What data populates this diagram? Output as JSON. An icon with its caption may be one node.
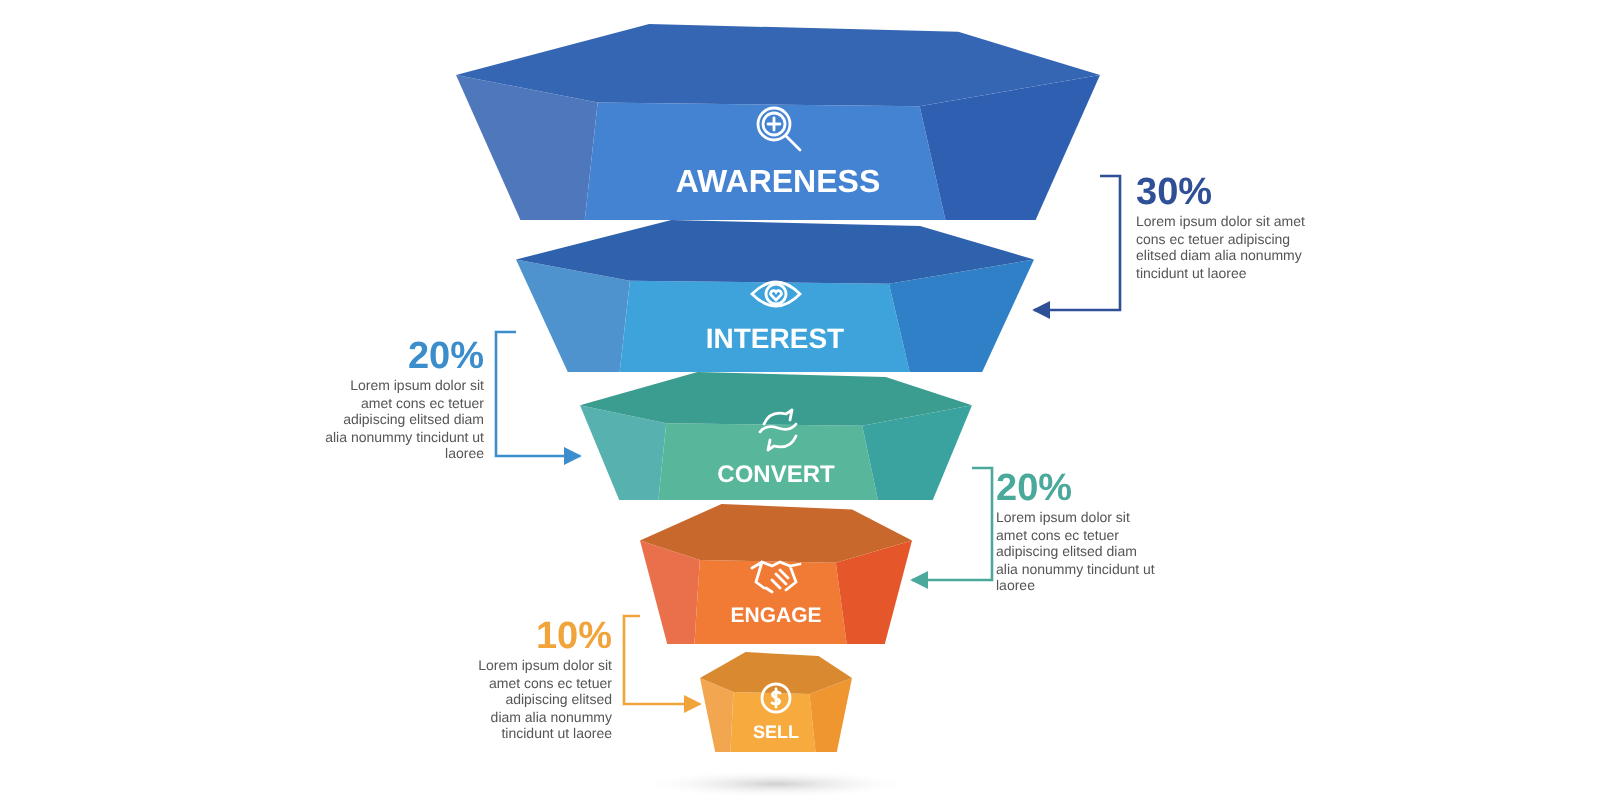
{
  "diagram": {
    "nodes": [
      {
        "text": [
          "AWARENESS"
        ]
      },
      {
        "text": [
          "INTEREST"
        ]
      },
      {
        "text": [
          "CONVERT"
        ]
      },
      {
        "text": [
          "ENGAGE"
        ]
      },
      {
        "text": [
          "SELL"
        ]
      },
      {
        "text": [
          "30%",
          "Lorem ipsum dolor sit amet cons ec tetuer adipiscing elitsed diam alia nonummy tincidunt ut laoree"
        ]
      },
      {
        "text": [
          "20%",
          "Lorem ipsum dolor sit amet cons ec tetuer adipiscing elitsed diam alia nonummy tincidunt ut laoree"
        ]
      },
      {
        "text": [
          "20%",
          "Lorem ipsum dolor sit amet cons ec tetuer adipiscing elitsed diam alia nonummy tincidunt ut laoree"
        ]
      },
      {
        "text": [
          "10%",
          "Lorem ipsum dolor sit amet cons ec tetuer adipiscing elitsed diam alia nonummy tincidunt ut laoree"
        ]
      }
    ],
    "edges": [
      {
        "from": 0,
        "to": 1,
        "arrow": "to",
        "color": "#2f4f96"
      },
      {
        "from": 1,
        "to": 2,
        "arrow": "to",
        "color": "#3b8dcc"
      },
      {
        "from": 2,
        "to": 3,
        "arrow": "to",
        "color": "#4aa99b"
      },
      {
        "from": 3,
        "to": 4,
        "arrow": "to",
        "color": "#f0a43a"
      }
    ]
  }
}
